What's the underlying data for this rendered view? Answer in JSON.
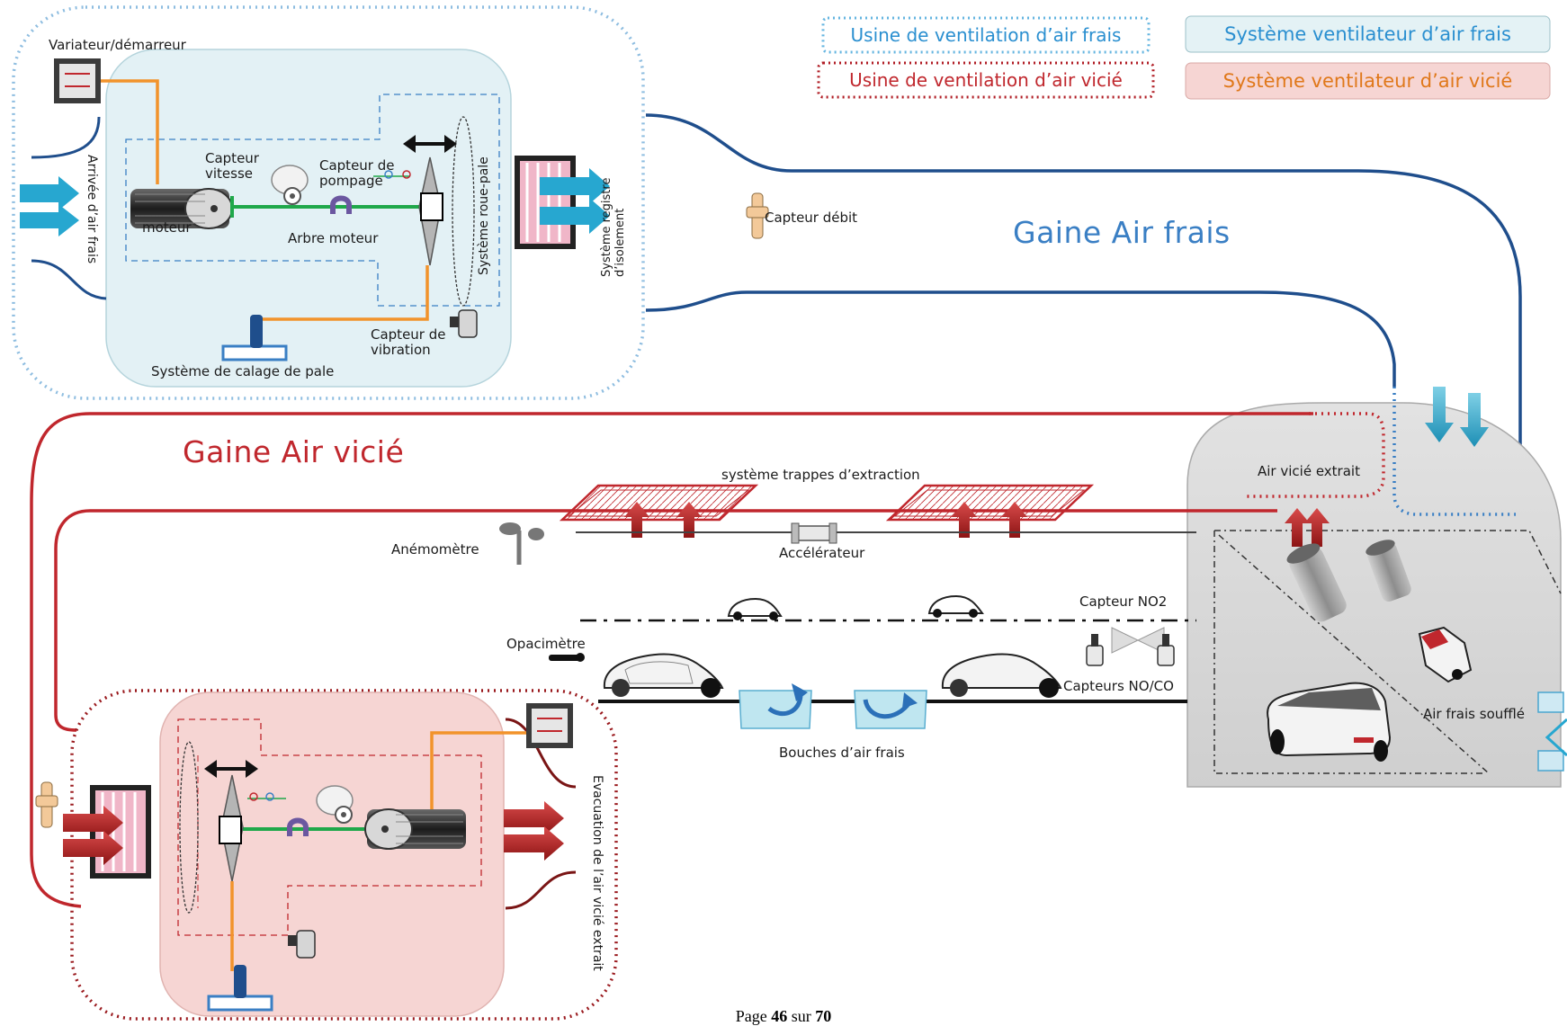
{
  "legend": {
    "fresh_plant": "Usine de ventilation d’air frais",
    "stale_plant": "Usine de ventilation d’air vicié",
    "fresh_system": "Système ventilateur d’air frais",
    "stale_system": "Système ventilateur d’air vicié"
  },
  "fresh_unit": {
    "variator": "Variateur/démarreur",
    "speed_sensor": "Capteur\nvitesse",
    "pump_sensor": "Capteur de\npompage",
    "motor": "moteur",
    "shaft": "Arbre moteur",
    "vibration_sensor": "Capteur de\nvibration",
    "pitch_system": "Système de calage de pale",
    "inlet": "Arrivée d’air frais",
    "wheel": "Système roue-pale",
    "isolation": "Système registre\nd’isolement"
  },
  "labels": {
    "flow_sensor": "Capteur débit",
    "fresh_duct": "Gaine Air frais",
    "stale_duct": "Gaine Air vicié",
    "extraction_traps": "système  trappes d’extraction",
    "stale_extracted": "Air vicié extrait",
    "anemometer": "Anémomètre",
    "accelerator": "Accélérateur",
    "no2_sensor": "Capteur  NO2",
    "opacimeter": "Opacimètre",
    "no_co_sensors": "Capteurs NO/CO",
    "fresh_vents": "Bouches d’air frais",
    "fresh_blown": "Air frais soufflé",
    "stale_exhaust": "Evacuation de l’air vicié extrait"
  },
  "footer": {
    "page_word": "Page",
    "current": "46",
    "sep": "sur",
    "total": "70"
  },
  "colors": {
    "fresh_blue": "#3a7fc4",
    "stale_red": "#c0272d",
    "fresh_fill": "#e3f1f5",
    "stale_fill": "#f6d5d3",
    "orange": "#f2932b",
    "shaft_green": "#1fa84a"
  }
}
